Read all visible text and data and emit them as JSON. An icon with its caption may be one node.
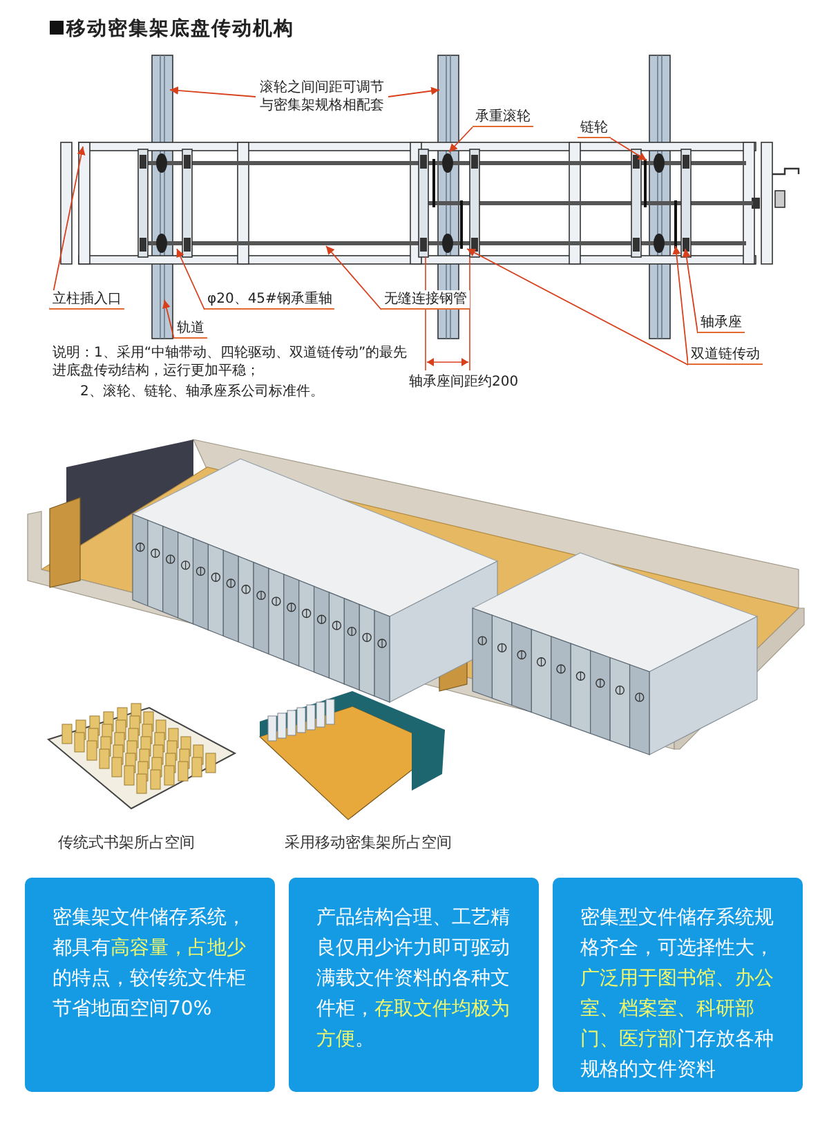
{
  "diagram": {
    "title": "移动密集架底盘传动机构",
    "nodes": [
      {
        "text": [
          "滚轮之间间距可调节与密集架规格相配套"
        ]
      },
      {
        "text": [
          "承重滚轮"
        ]
      },
      {
        "text": [
          "链轮"
        ]
      },
      {
        "text": [
          "立柱插入口"
        ]
      },
      {
        "text": [
          "φ20、45#钢承重轴"
        ]
      },
      {
        "text": [
          "无缝连接钢管"
        ]
      },
      {
        "text": [
          "轨道"
        ]
      },
      {
        "text": [
          "轴承座"
        ]
      },
      {
        "text": [
          "双道链传动"
        ]
      },
      {
        "text": [
          "密集架文件储存系统，都具有**高容量，占地少**的特点，较传统文件柜节省地面空间70%"
        ]
      },
      {
        "text": [
          "产品结构合理、工艺精良仅用少许力即可驱动满载文件资料的各种文件柜，**存取文件均极为方便**。"
        ]
      },
      {
        "text": [
          "密集型文件储存系统规格齐全，可选择性大，**广泛用于图书馆、办公室、档案室、科研部门、医疗部**门存放各种规格的文件资料"
        ]
      }
    ],
    "edges": [
      {
        "from": 0,
        "to": null,
        "arrow": "to"
      },
      {
        "from": 0,
        "to": null,
        "arrow": "to"
      },
      {
        "from": 1,
        "to": null,
        "arrow": "to"
      },
      {
        "from": 2,
        "to": null,
        "arrow": "to"
      },
      {
        "from": 3,
        "to": null,
        "arrow": "to"
      },
      {
        "from": 4,
        "to": null,
        "arrow": "to"
      },
      {
        "from": 5,
        "to": null,
        "arrow": "to"
      },
      {
        "from": 6,
        "to": null,
        "arrow": "to"
      },
      {
        "from": 7,
        "to": null,
        "arrow": "to"
      },
      {
        "from": 8,
        "to": null,
        "arrow": "to"
      },
      {
        "from": 8,
        "to": null,
        "arrow": "to"
      }
    ],
    "labels": [
      "说明：1、采用“中轴带动、四轮驱动、双道链传动”的最先进底盘传动结构，运行更加平稳；",
      "2、滚轮、链轮、轴承座系公司标准件。",
      "轴承座间距约200",
      "传统式书架所占空间",
      "采用移动密集架所占空间"
    ]
  }
}
